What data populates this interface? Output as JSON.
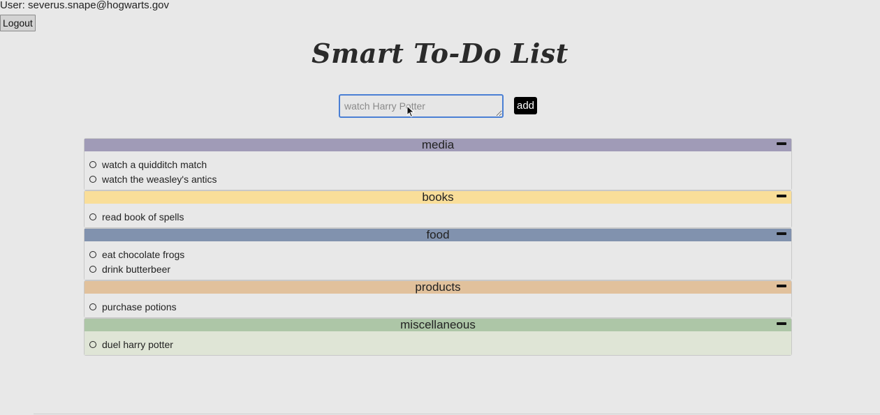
{
  "user": {
    "label": "User: severus.snape@hogwarts.gov"
  },
  "logout": {
    "label": "Logout"
  },
  "app": {
    "title": "Smart To-Do List"
  },
  "form": {
    "placeholder": "watch Harry Potter",
    "add_label": "add"
  },
  "categories": [
    {
      "name": "media",
      "color": "#a09bb7",
      "body_color": "#e8e8e8",
      "tasks": [
        "watch a quidditch match",
        "watch the weasley's antics"
      ]
    },
    {
      "name": "books",
      "color": "#f9de99",
      "body_color": "#e8e8e8",
      "tasks": [
        "read book of spells"
      ]
    },
    {
      "name": "food",
      "color": "#8192ae",
      "body_color": "#e8e8e8",
      "tasks": [
        "eat chocolate frogs",
        "drink butterbeer"
      ]
    },
    {
      "name": "products",
      "color": "#e1c19c",
      "body_color": "#e8e8e8",
      "tasks": [
        "purchase potions"
      ]
    },
    {
      "name": "miscellaneous",
      "color": "#adc6a7",
      "body_color": "#dfe5d6",
      "tasks": [
        "duel harry potter"
      ]
    }
  ]
}
